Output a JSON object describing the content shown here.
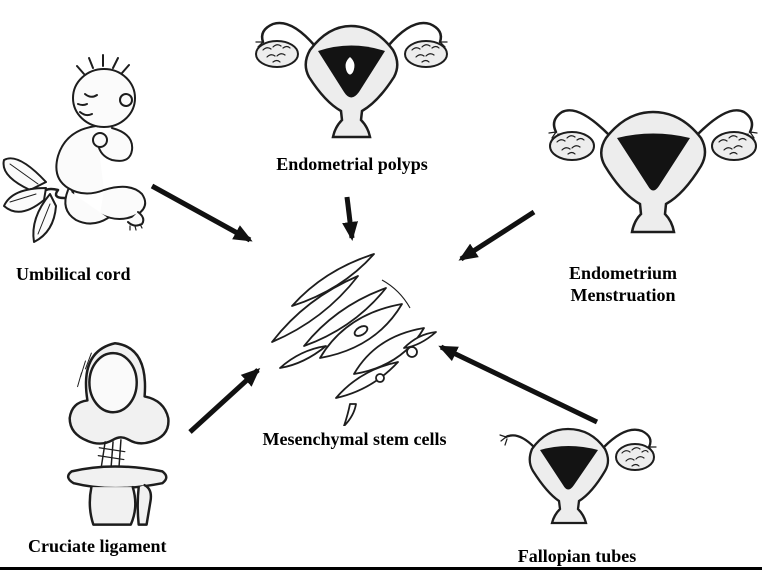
{
  "figure": {
    "description": "Hand-drawn diagram of tissue sources of mesenchymal stem cells with arrows pointing to central spindle-shaped cells"
  },
  "labels": {
    "umbilical_cord": "Umbilical cord",
    "endometrial_polyps": "Endometrial polyps",
    "endometrium": "Endometrium",
    "menstruation": "Menstruation",
    "mesenchymal_stem_cells": "Mesenchymal stem cells",
    "cruciate_ligament": "Cruciate ligament",
    "fallopian_tubes": "Fallopian tubes"
  },
  "icons": {
    "fetus_illustration": "fetus-with-umbilical-cord-and-placenta",
    "uterus_polyp_illustration": "uterus-with-endometrial-polyp",
    "uterus_endometrium_illustration": "uterus-with-endometrial-lining",
    "knee_illustration": "knee-joint-with-cruciate-ligament",
    "uterus_fallopian_illustration": "uterus-with-fallopian-tube-and-ovary",
    "stem_cells_illustration": "spindle-shaped-mesenchymal-cells"
  },
  "colors": {
    "background": "#ffffff",
    "ink": "#1d1d1d",
    "light_fill": "#ededed",
    "cavity_dark": "#131313",
    "arrow": "#111111"
  }
}
